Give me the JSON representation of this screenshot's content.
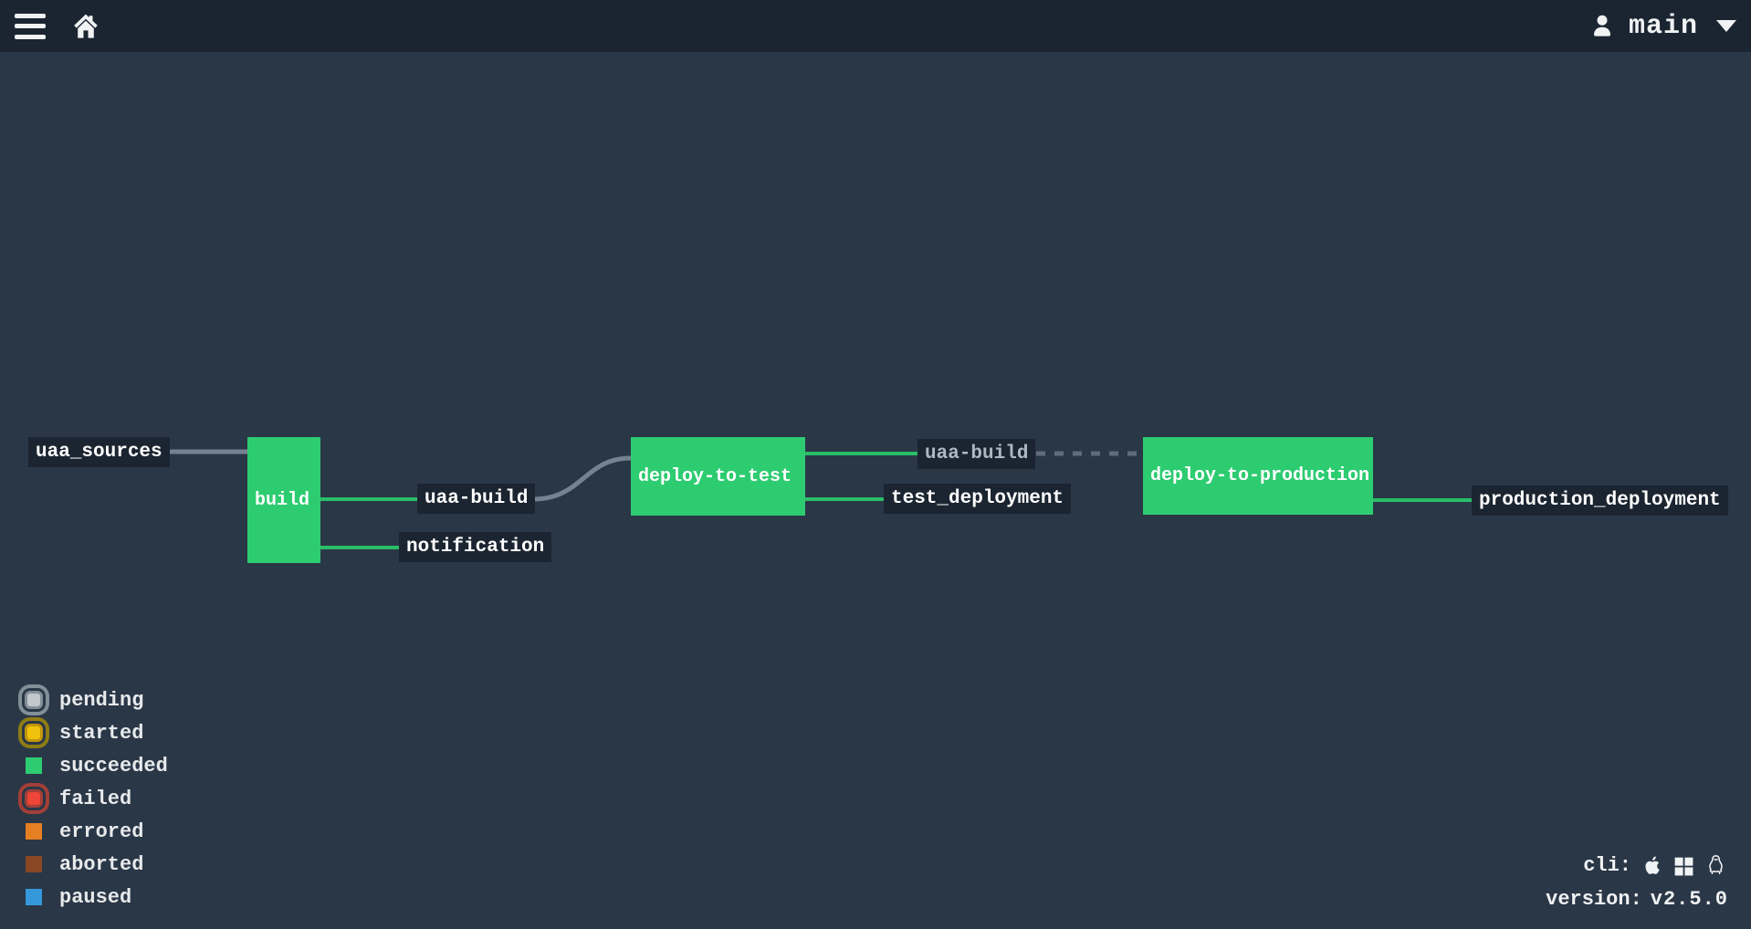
{
  "topbar": {
    "user_name": "main"
  },
  "pipeline": {
    "jobs": [
      {
        "id": "build",
        "label": "build",
        "status": "succeeded"
      },
      {
        "id": "deploy-to-test",
        "label": "deploy-to-test",
        "status": "succeeded"
      },
      {
        "id": "deploy-to-production",
        "label": "deploy-to-production",
        "status": "succeeded"
      }
    ],
    "resources": [
      {
        "id": "uaa_sources",
        "label": "uaa_sources"
      },
      {
        "id": "uaa-build-output",
        "label": "uaa-build"
      },
      {
        "id": "notification",
        "label": "notification"
      },
      {
        "id": "uaa-build-input",
        "label": "uaa-build"
      },
      {
        "id": "test_deployment",
        "label": "test_deployment"
      },
      {
        "id": "production_deployment",
        "label": "production_deployment"
      }
    ]
  },
  "legend": {
    "items": [
      {
        "label": "pending",
        "color": "#c2c8cd",
        "ring": true
      },
      {
        "label": "started",
        "color": "#f0c10d",
        "ring": true
      },
      {
        "label": "succeeded",
        "color": "#2ecc71",
        "ring": false
      },
      {
        "label": "failed",
        "color": "#ee4539",
        "ring": true
      },
      {
        "label": "errored",
        "color": "#e67e22",
        "ring": false
      },
      {
        "label": "aborted",
        "color": "#8a4724",
        "ring": false
      },
      {
        "label": "paused",
        "color": "#3498db",
        "ring": false
      }
    ]
  },
  "footer": {
    "cli_label": "cli:",
    "cli_platforms": [
      "apple",
      "windows",
      "linux"
    ],
    "version_label": "version:",
    "version_value": "v2.5.0"
  },
  "colors": {
    "background": "#2a3747",
    "topbar": "#1b2531",
    "succeeded_green": "#2ecc71",
    "connection_gray": "#75828f",
    "dashed_gray": "#5f6c79"
  }
}
